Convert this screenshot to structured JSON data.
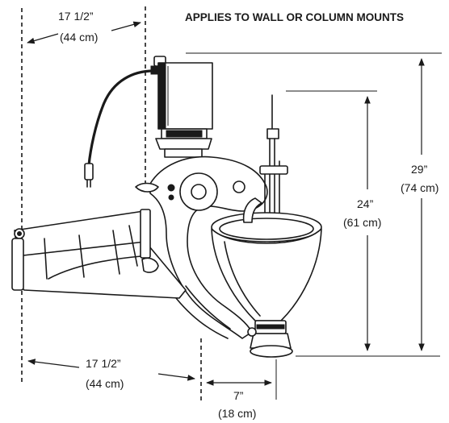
{
  "header": {
    "title": "APPLIES TO WALL OR COLUMN MOUNTS"
  },
  "dimensions": {
    "top_reach": {
      "imperial": "17 1/2”",
      "metric": "(44 cm)"
    },
    "bottom_reach": {
      "imperial": "17 1/2”",
      "metric": "(44 cm)"
    },
    "bowl_offset": {
      "imperial": "7”",
      "metric": "(18 cm)"
    },
    "bowl_height": {
      "imperial": "24”",
      "metric": "(61 cm)"
    },
    "total_height": {
      "imperial": "29”",
      "metric": "(74 cm)"
    }
  }
}
